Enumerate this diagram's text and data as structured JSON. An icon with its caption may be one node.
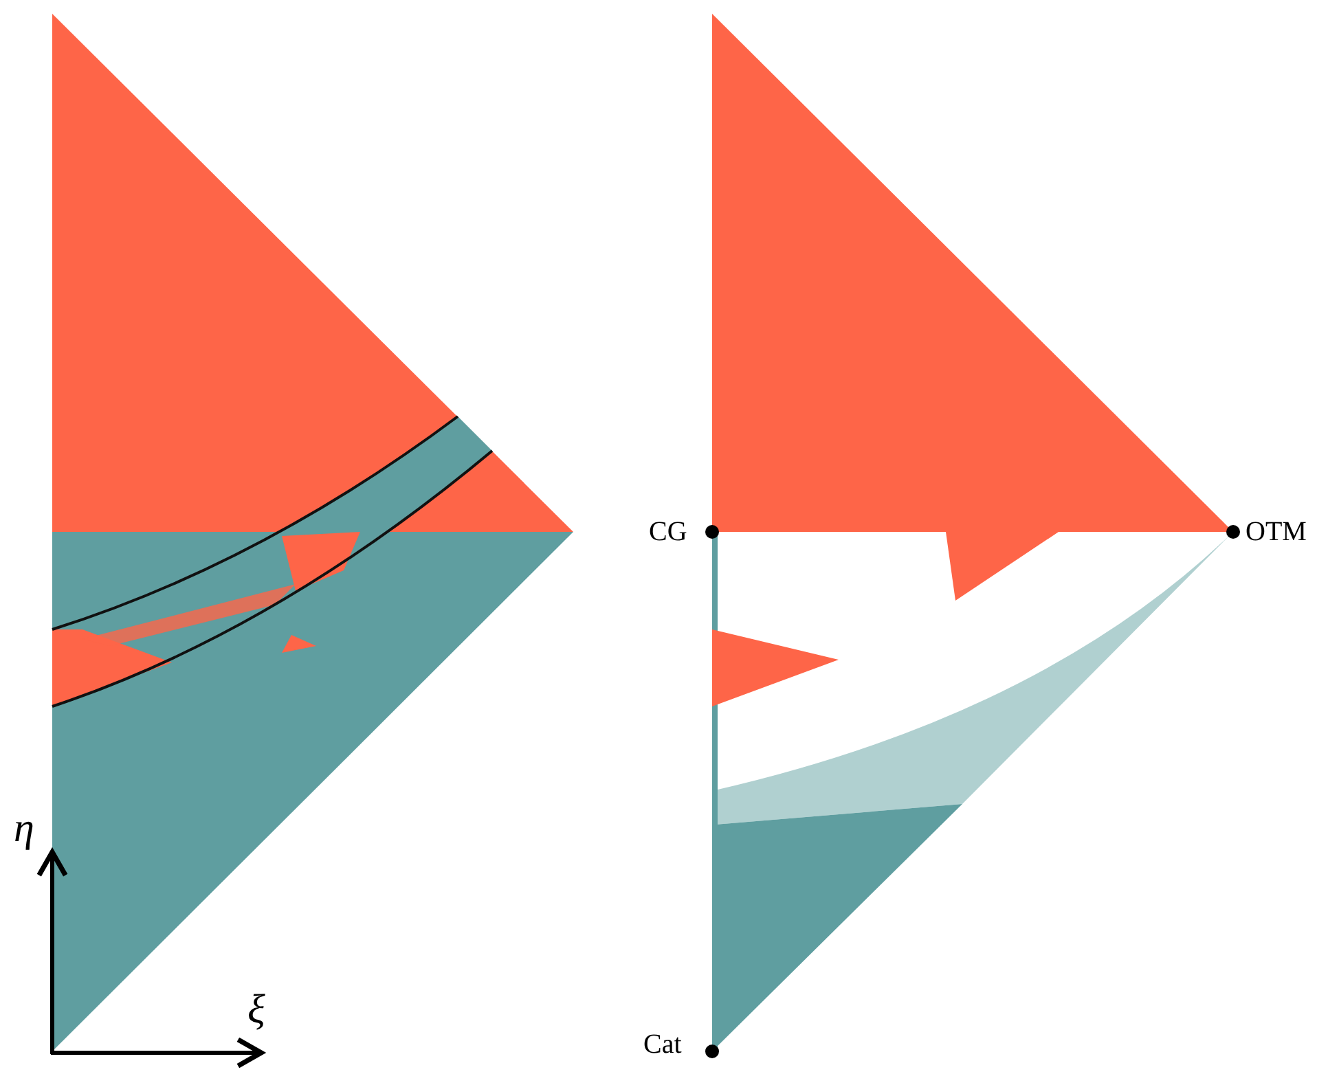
{
  "diagram": {
    "labels": [
      "CG",
      "OTM",
      "η",
      "ξ",
      "Cat"
    ]
  }
}
